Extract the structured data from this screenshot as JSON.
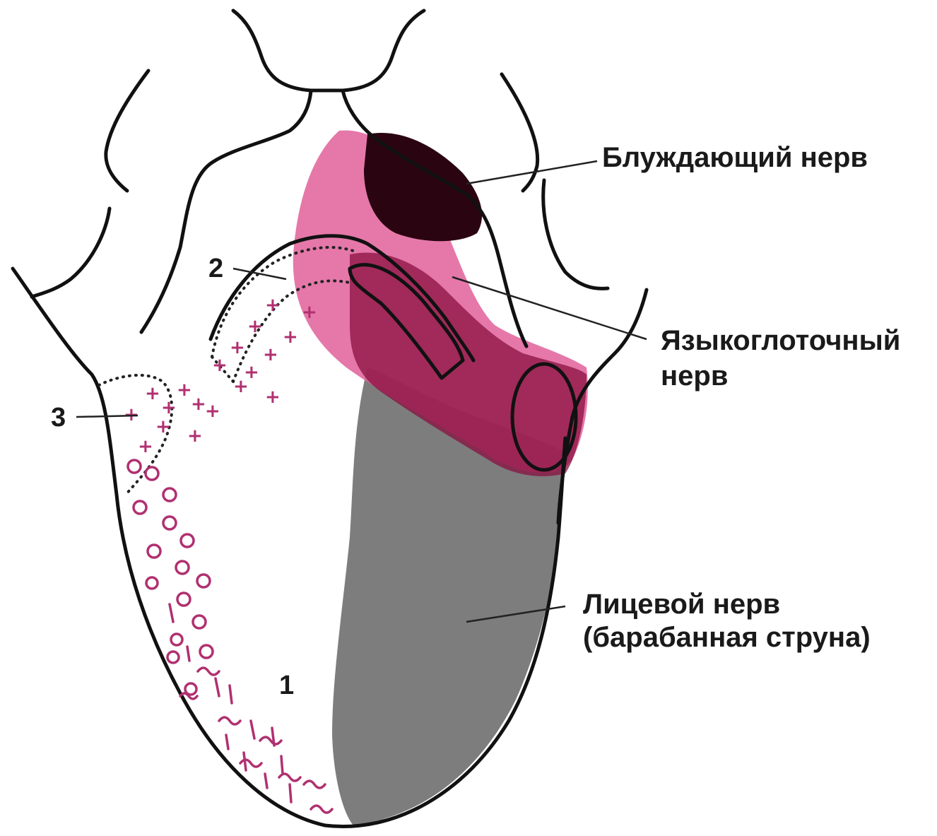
{
  "labels": {
    "vagus": "Блуждающий нерв",
    "glossopharyngeal_line1": "Языкоглоточный",
    "glossopharyngeal_line2": "нерв",
    "facial_line1": "Лицевой нерв",
    "facial_line2": "(барабанная струна)"
  },
  "zone_numbers": {
    "zone1": "1",
    "zone2": "2",
    "zone3": "3"
  },
  "colors": {
    "vagus": "#2a0410",
    "glossopharyngeal": "#e0609a",
    "glossopharyngeal_dark": "#8a1040",
    "facial": "#7d7d7d",
    "markers": "#b03070",
    "outline": "#111111"
  },
  "markers": {
    "plus": "+",
    "circle": "o",
    "tilde": "~"
  }
}
